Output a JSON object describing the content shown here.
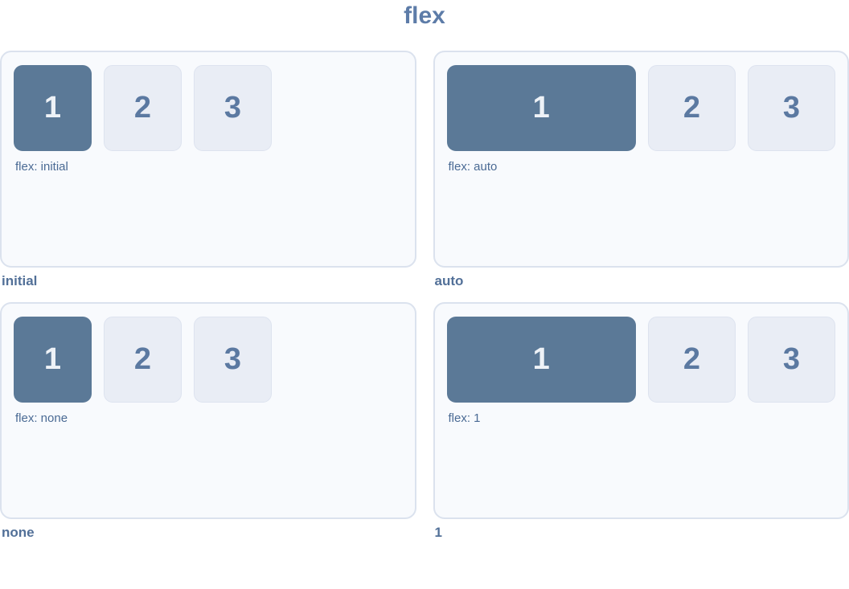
{
  "page": {
    "title": "flex"
  },
  "colors": {
    "title": "#5d7ca8",
    "panel_bg": "#f8fafd",
    "panel_border": "#dbe2ee",
    "item_dark_bg": "#5b7997",
    "item_dark_text": "#eef2f7",
    "item_light_bg": "#e9edf5",
    "item_light_border": "#dde3ef",
    "item_light_text": "#5b79a1",
    "caption_text": "#4a6a94",
    "label_text": "#527098"
  },
  "panels": [
    {
      "label": "initial",
      "caption": "flex: initial",
      "items": [
        "1",
        "2",
        "3"
      ]
    },
    {
      "label": "auto",
      "caption": "flex: auto",
      "items": [
        "1",
        "2",
        "3"
      ]
    },
    {
      "label": "none",
      "caption": "flex: none",
      "items": [
        "1",
        "2",
        "3"
      ]
    },
    {
      "label": "1",
      "caption": "flex: 1",
      "items": [
        "1",
        "2",
        "3"
      ]
    }
  ]
}
